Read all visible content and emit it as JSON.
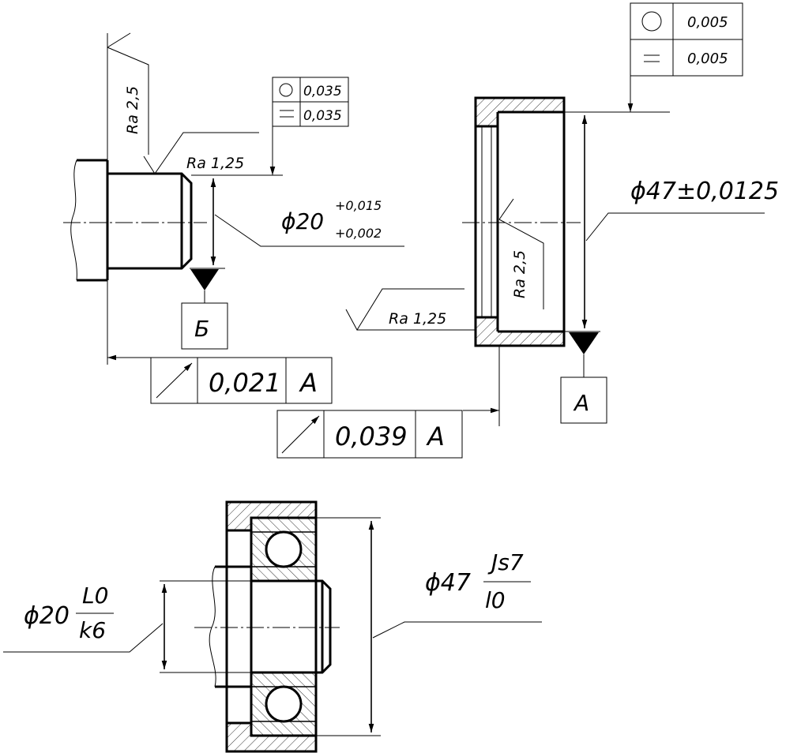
{
  "shaft": {
    "roughness_side": "Ra 2,5",
    "roughness_journal": "Ra 1,25",
    "form_tolerance": [
      {
        "icon": "roundness-icon",
        "value": "0,035"
      },
      {
        "icon": "cylindricity-icon",
        "value": "0,035"
      }
    ],
    "diameter_nominal": "ϕ20",
    "upper_deviation": "+0,015",
    "lower_deviation": "+0,002",
    "datum_letter": "Б",
    "runout_value": "0,021",
    "runout_datum": "А"
  },
  "housing": {
    "form_tolerance": [
      {
        "icon": "roundness-icon",
        "value": "0,005"
      },
      {
        "icon": "cylindricity-icon",
        "value": "0,005"
      }
    ],
    "diameter_label": "ϕ47±0,0125",
    "roughness_bore": "Ra 2,5",
    "roughness_side": "Ra 1,25",
    "datum_letter": "А",
    "runout_value": "0,039",
    "runout_datum": "А"
  },
  "assembly": {
    "shaft_fit_nominal": "ϕ20",
    "shaft_fit_upper": "L0",
    "shaft_fit_lower": "k6",
    "housing_fit_nominal": "ϕ47",
    "housing_fit_upper": "Js7",
    "housing_fit_lower": "l0"
  }
}
